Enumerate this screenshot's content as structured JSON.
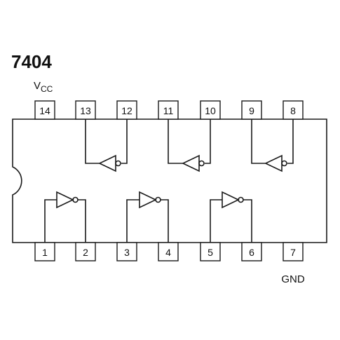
{
  "title": "7404",
  "vcc": {
    "main": "V",
    "sub": "CC"
  },
  "gnd": "GND",
  "pins_top": [
    "14",
    "13",
    "12",
    "11",
    "10",
    "9",
    "8"
  ],
  "pins_bottom": [
    "1",
    "2",
    "3",
    "4",
    "5",
    "6",
    "7"
  ],
  "colors": {
    "line": "#1a1a1a",
    "text": "#111111",
    "background": "#ffffff"
  }
}
